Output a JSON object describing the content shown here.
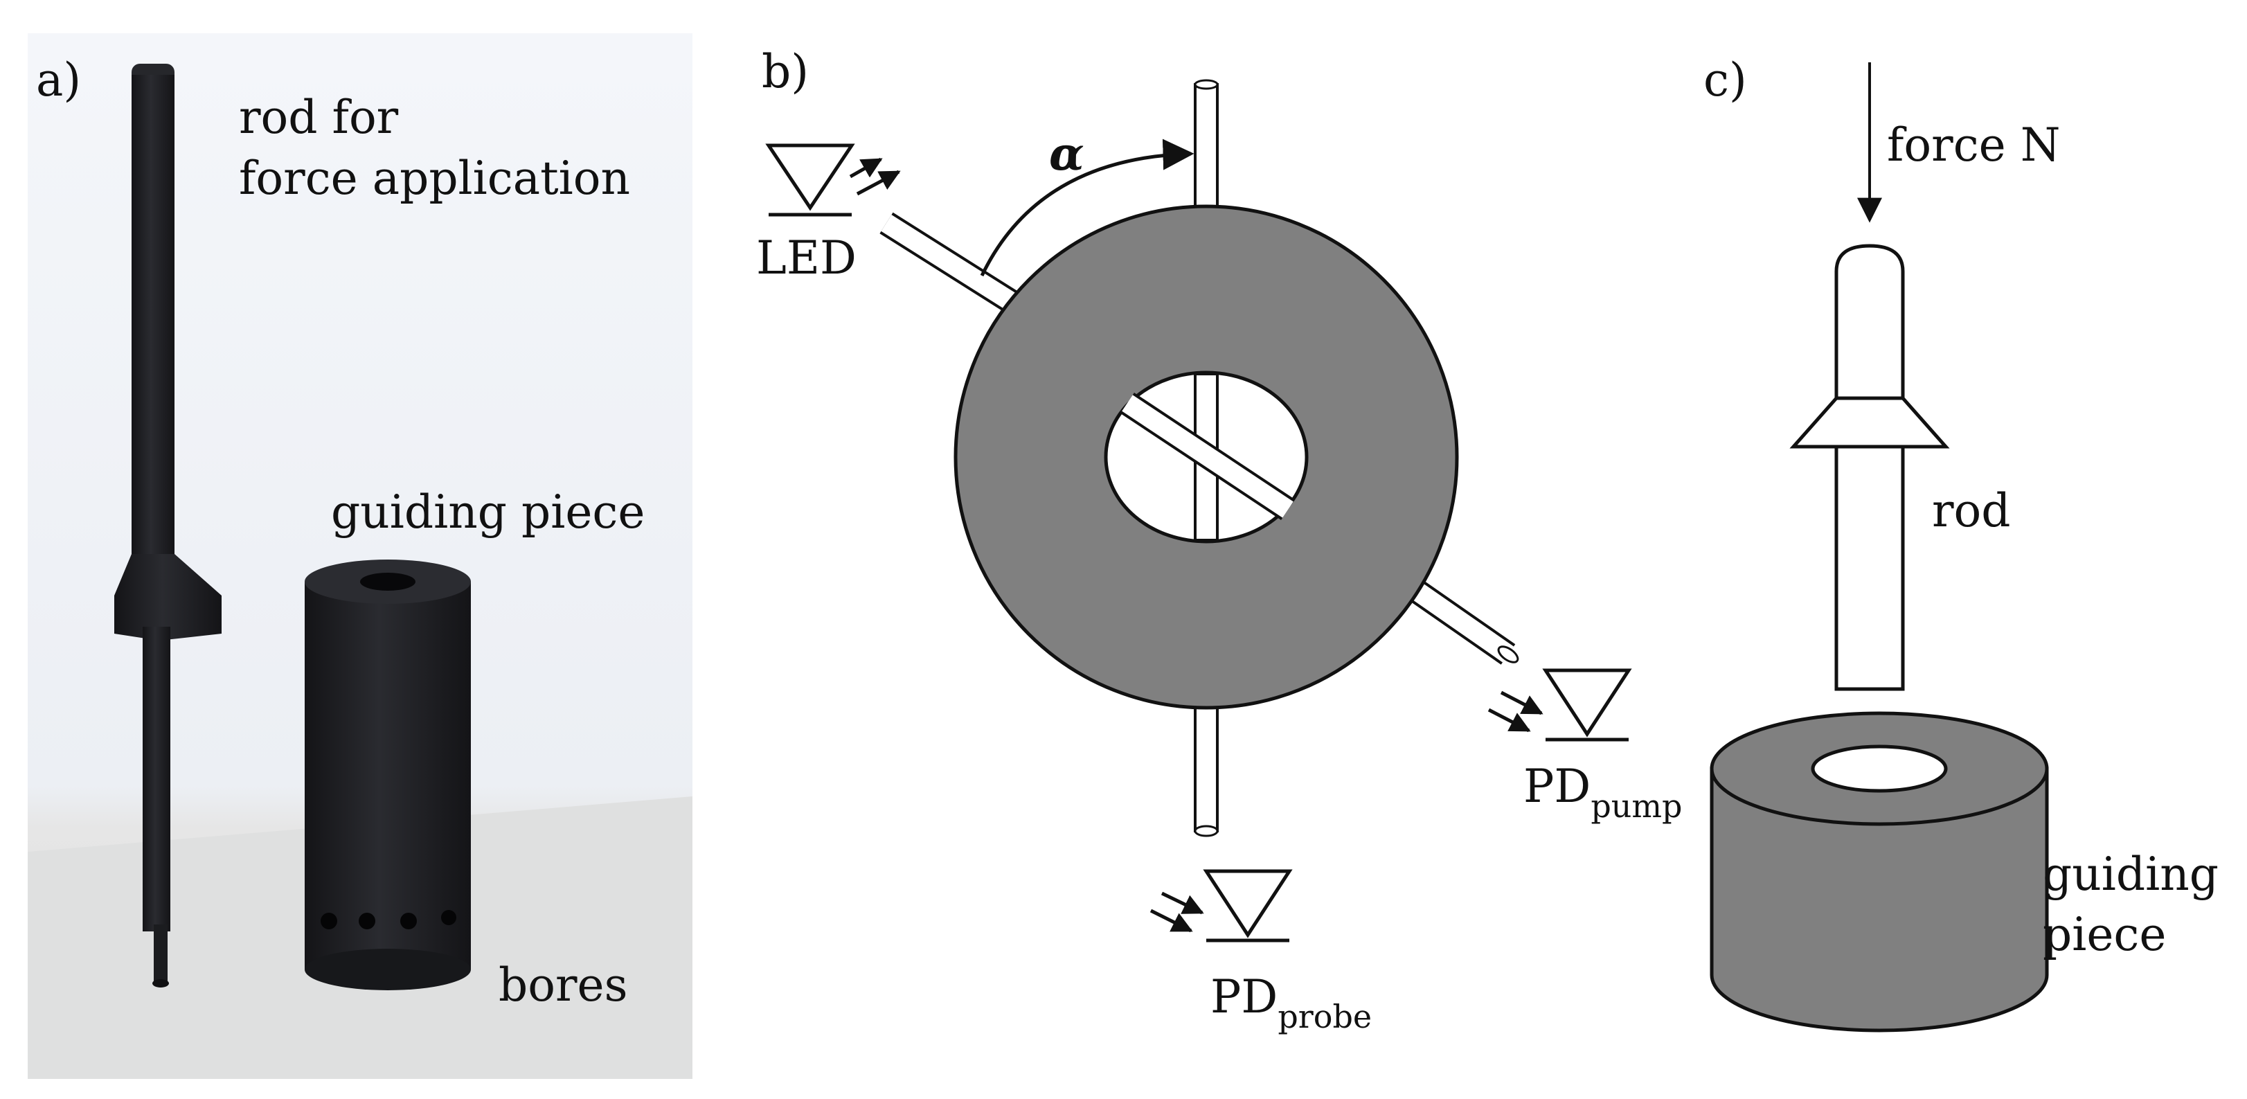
{
  "panels": {
    "a": {
      "tag": "a)",
      "rod_label_line1": "rod for",
      "rod_label_line2": "force application",
      "guide_label": "guiding piece",
      "bores_label": "bores"
    },
    "b": {
      "tag": "b)",
      "angle_symbol": "α",
      "led_label": "LED",
      "pd_pump_main": "PD",
      "pd_pump_sub": "pump",
      "pd_probe_main": "PD",
      "pd_probe_sub": "probe"
    },
    "c": {
      "tag": "c)",
      "force_label": "force N",
      "rod_label": "rod",
      "guide_label_line1": "guiding",
      "guide_label_line2": "piece"
    }
  },
  "colors": {
    "ring_fill": "#808080",
    "photo_bg": "#eef1f5",
    "printed_part": "#1b1c1f",
    "line": "#111111"
  }
}
